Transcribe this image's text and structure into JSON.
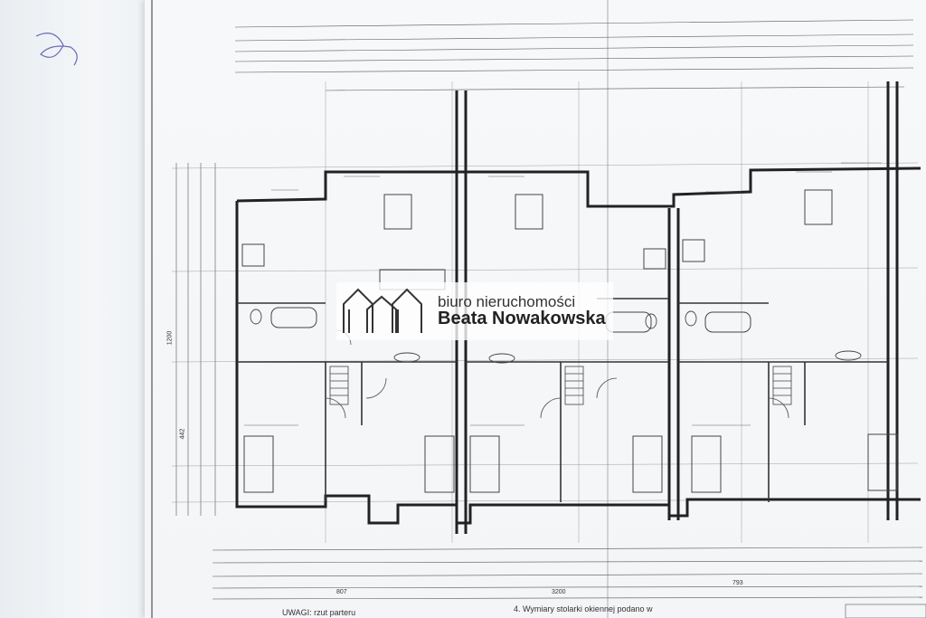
{
  "watermark": {
    "line1": "biuro nieruchomości",
    "line2": "Beata Nowakowska"
  },
  "notes": {
    "left": "UWAGI: rzut parteru",
    "right": "4. Wymiary stolarki okiennej podano w"
  },
  "dimensions": {
    "total_width": "3200",
    "segment_a": "807",
    "segment_b": "793",
    "room_h1": "1200",
    "room_h2": "442"
  }
}
